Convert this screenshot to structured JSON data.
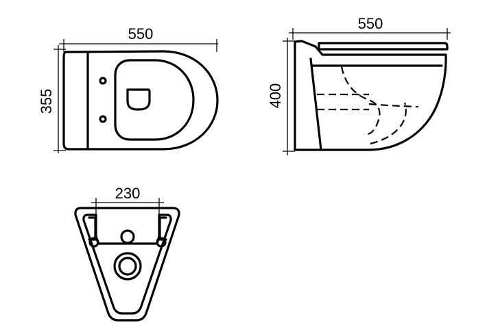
{
  "dimensions": {
    "top_width": "550",
    "top_depth": "355",
    "side_width": "550",
    "side_height": "400",
    "rear_spacing": "230"
  },
  "colors": {
    "stroke": "#000000",
    "background": "#ffffff"
  }
}
